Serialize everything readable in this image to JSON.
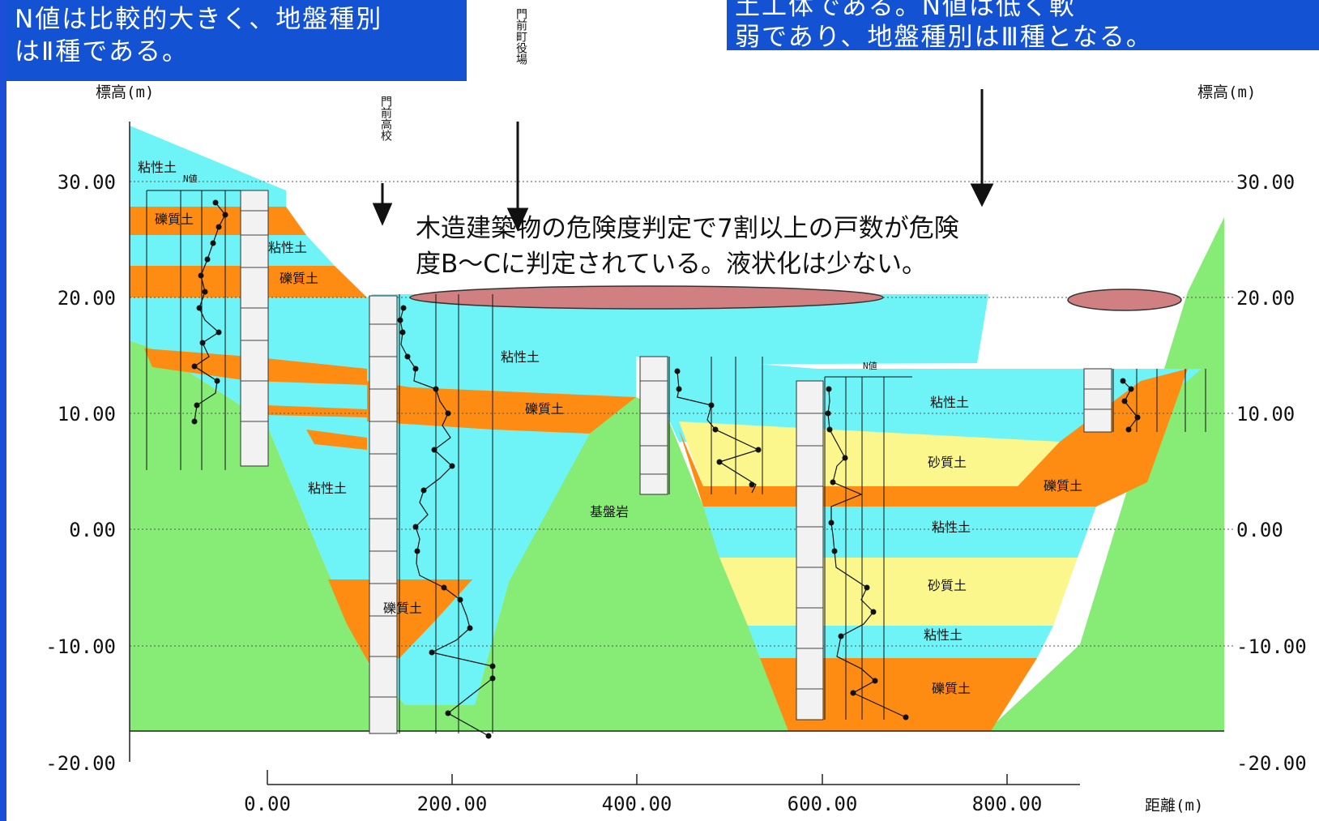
{
  "callouts": {
    "left": [
      "N値は比較的大きく、地盤種別",
      "はⅡ種である。"
    ],
    "right": [
      "土工体である。N値は低く軟",
      "弱であり、地盤種別はⅢ種となる。"
    ]
  },
  "annotation": {
    "line1": "木造建築物の危険度判定で7割以上の戸数が危険",
    "line2": "度B〜Cに判定されている。液状化は少ない。"
  },
  "axes": {
    "left_title": "標高(m)",
    "right_title": "標高(m)",
    "x_title": "距離(m)",
    "y_ticks": [
      "30.00",
      "20.00",
      "10.00",
      "0.00",
      "-10.00",
      "-20.00"
    ],
    "x_ticks": [
      "0.00",
      "200.00",
      "400.00",
      "600.00",
      "800.00"
    ]
  },
  "boreholes": {
    "high_school": "門前高校",
    "town_office": "門前町役場",
    "n_label": "N値"
  },
  "layers": {
    "clay": "粘性土",
    "gravel": "礫質土",
    "sand": "砂質土",
    "bedrock": "基盤岩"
  },
  "colors": {
    "clay": "#6ef4f6",
    "gravel": "#ff8c12",
    "sand": "#fbf78c",
    "bedrock": "#86ec76",
    "callout_bg": "#1452d4",
    "ellipse": "#d08080"
  }
}
